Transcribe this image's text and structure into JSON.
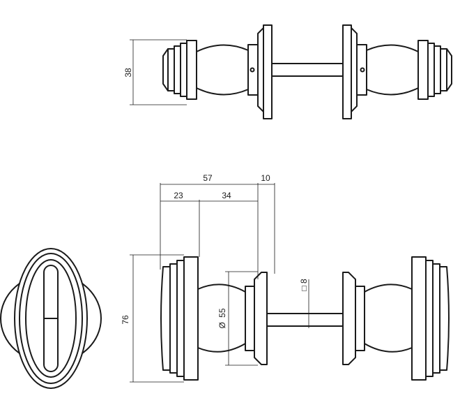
{
  "dimensions": {
    "top_height": "38",
    "overall_depth": "57",
    "rose_thickness": "10",
    "rose_depth": "23",
    "neck_depth": "34",
    "knob_height": "76",
    "diameter": "55",
    "diameter_symbol": "Ø",
    "spindle_symbol": "□",
    "spindle": "8"
  }
}
